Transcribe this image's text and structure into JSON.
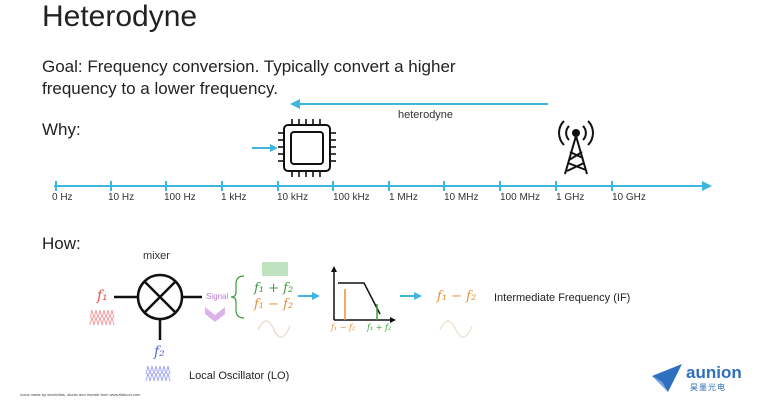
{
  "title": "Heterodyne",
  "goal_line1": "Goal: Frequency conversion. Typically convert a higher",
  "goal_line2": "frequency to a lower frequency.",
  "why_label": "Why:",
  "how_label": "How:",
  "heterodyne_label": "heterodyne",
  "axis_ticks": [
    "0 Hz",
    "10 Hz",
    "100 Hz",
    "1 kHz",
    "10 kHz",
    "100 kHz",
    "1 MHz",
    "10 MHz",
    "100 MHz",
    "1 GHz",
    "10 GHz"
  ],
  "mixer_label": "mixer",
  "f1": "f₁",
  "f2": "f₂",
  "signal_label": "Signal",
  "sum_label": "f₁ + f₂",
  "diff_label": "f₁ − f₂",
  "filter_low": "f₁ − f₂",
  "filter_high": "f₁ + f₂",
  "output_label": "f₁ − f₂",
  "if_label": "Intermediate Frequency (IF)",
  "lo_label": "Local Oscillator (LO)",
  "credit": "Icons made by sharicIlias. studio and monkik from www.flaticon.com",
  "brand": "aunion",
  "brand_sub": "昊量光电",
  "colors": {
    "accent": "#3fb6e0",
    "f1": "#e0524a",
    "f2": "#5b67d6",
    "sum": "#3a9c3a",
    "diff": "#e8903a",
    "signal": "#c07bd6",
    "brand": "#2f6fbf"
  }
}
